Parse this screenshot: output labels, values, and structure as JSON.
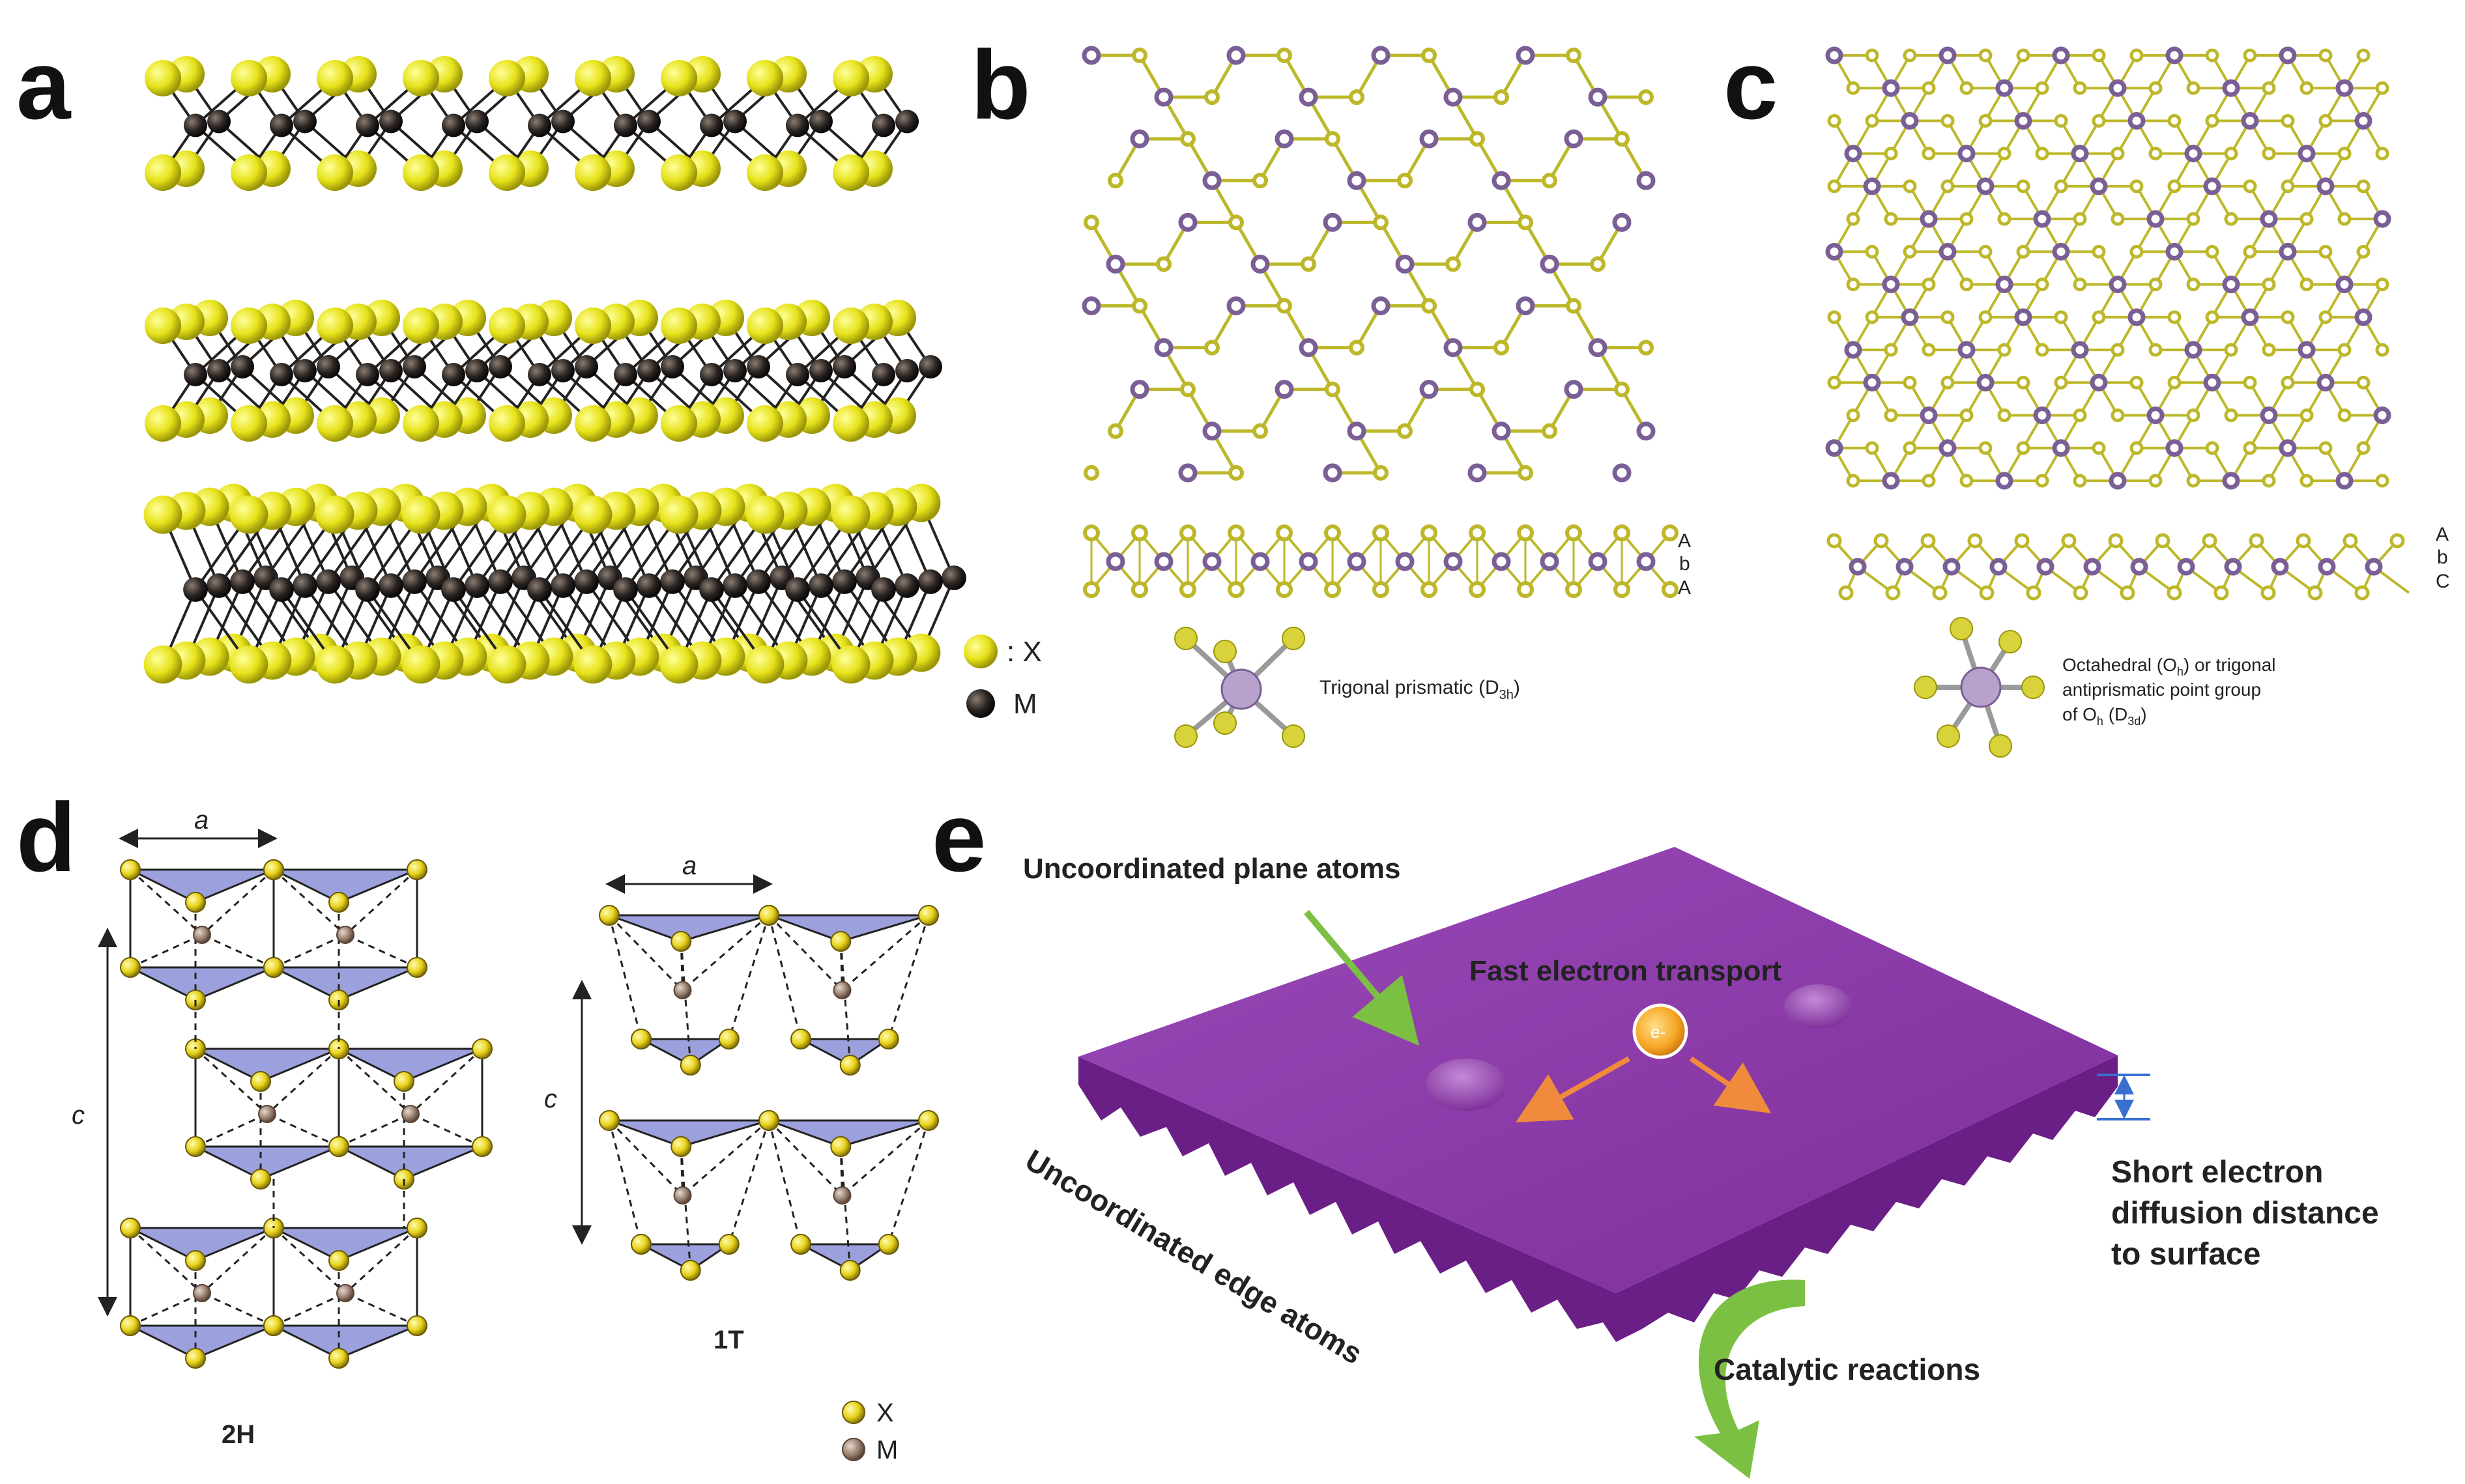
{
  "panels": {
    "a": {
      "label": "a",
      "legend": {
        "x": ": X",
        "m": "M"
      }
    },
    "b": {
      "label": "b",
      "stacking": [
        "A",
        "b",
        "A"
      ],
      "caption": "Trigonal prismatic (D",
      "caption_sub": "3h",
      "caption_end": ")"
    },
    "c": {
      "label": "c",
      "stacking": [
        "A",
        "b",
        "C"
      ],
      "caption_l1_pre": "Octahedral (O",
      "caption_l1_sub": "h",
      "caption_l1_post": ") or trigonal",
      "caption_l2": "antiprismatic point group",
      "caption_l3_pre": "of O",
      "caption_l3_sub": "h",
      "caption_l3_mid": " (D",
      "caption_l3_sub2": "3d",
      "caption_l3_post": ")"
    },
    "d": {
      "label": "d",
      "axis_a": "a",
      "axis_c": "c",
      "phase_2h": "2H",
      "phase_1t": "1T",
      "legend": {
        "x": "X",
        "m": "M"
      }
    },
    "e": {
      "label": "e",
      "plane_atoms": "Uncoordinated plane atoms",
      "transport": "Fast electron transport",
      "electron": "e-",
      "edge_atoms": "Uncoordinated edge atoms",
      "diffusion": [
        "Short electron",
        "diffusion distance",
        "to surface"
      ],
      "catalytic": "Catalytic reactions"
    }
  },
  "colors": {
    "chalcogen": "#e6e21a",
    "metal": "#2b2522",
    "lattice_x": "#bdb82a",
    "lattice_m": "#7a5f96",
    "sheet": "#8a3aa6",
    "prism": "#8b90d8",
    "green_arrow": "#7cc043",
    "orange_arrow": "#f08a3c",
    "electron": "#f6a623"
  }
}
